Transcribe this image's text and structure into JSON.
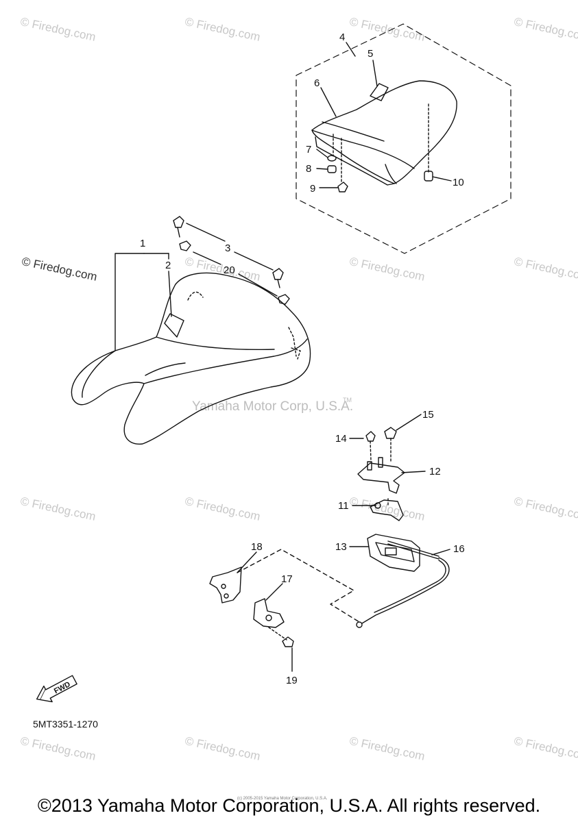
{
  "watermark_text": "© Firedog.com",
  "left_watermark": "© Firedog.com",
  "center_watermark": "Yamaha Motor Corp, U.S.A.",
  "trademark": "TM",
  "callouts": [
    "1",
    "2",
    "3",
    "4",
    "5",
    "6",
    "7",
    "8",
    "9",
    "10",
    "11",
    "12",
    "13",
    "14",
    "15",
    "16",
    "17",
    "18",
    "19",
    "20"
  ],
  "ref_code": "5MT3351-1270",
  "fwd_label": "FWD",
  "tiny_copyright": "(c) 2005-2015 Yamaha Motor Corporation, U.S.A.",
  "copyright": "©2013 Yamaha Motor Corporation, U.S.A. All rights reserved.",
  "colors": {
    "line": "#111111",
    "watermark": "#c8c8c8"
  }
}
